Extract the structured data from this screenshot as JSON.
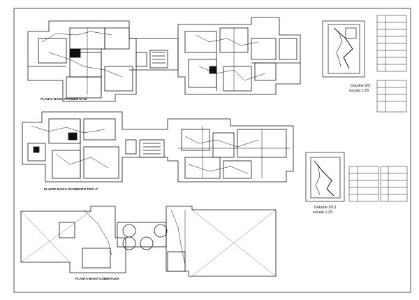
{
  "plans": {
    "ground_label": "PLANTA BAIXA PAVIMENTO 04",
    "typical_label": "PLANTA BAIXA PAVIMENTO TIPO 4º",
    "roof_label": "PLANTA BAIXA COBERTURA"
  },
  "details": {
    "d1_title": "Detalhe 5/5",
    "d1_scale": "escala 1:25",
    "d2_title": "Detalhe 5/13",
    "d2_scale": "escala 1:25"
  },
  "colors": {
    "line": "#111111",
    "paper": "#ffffff",
    "frame": "#222222"
  }
}
